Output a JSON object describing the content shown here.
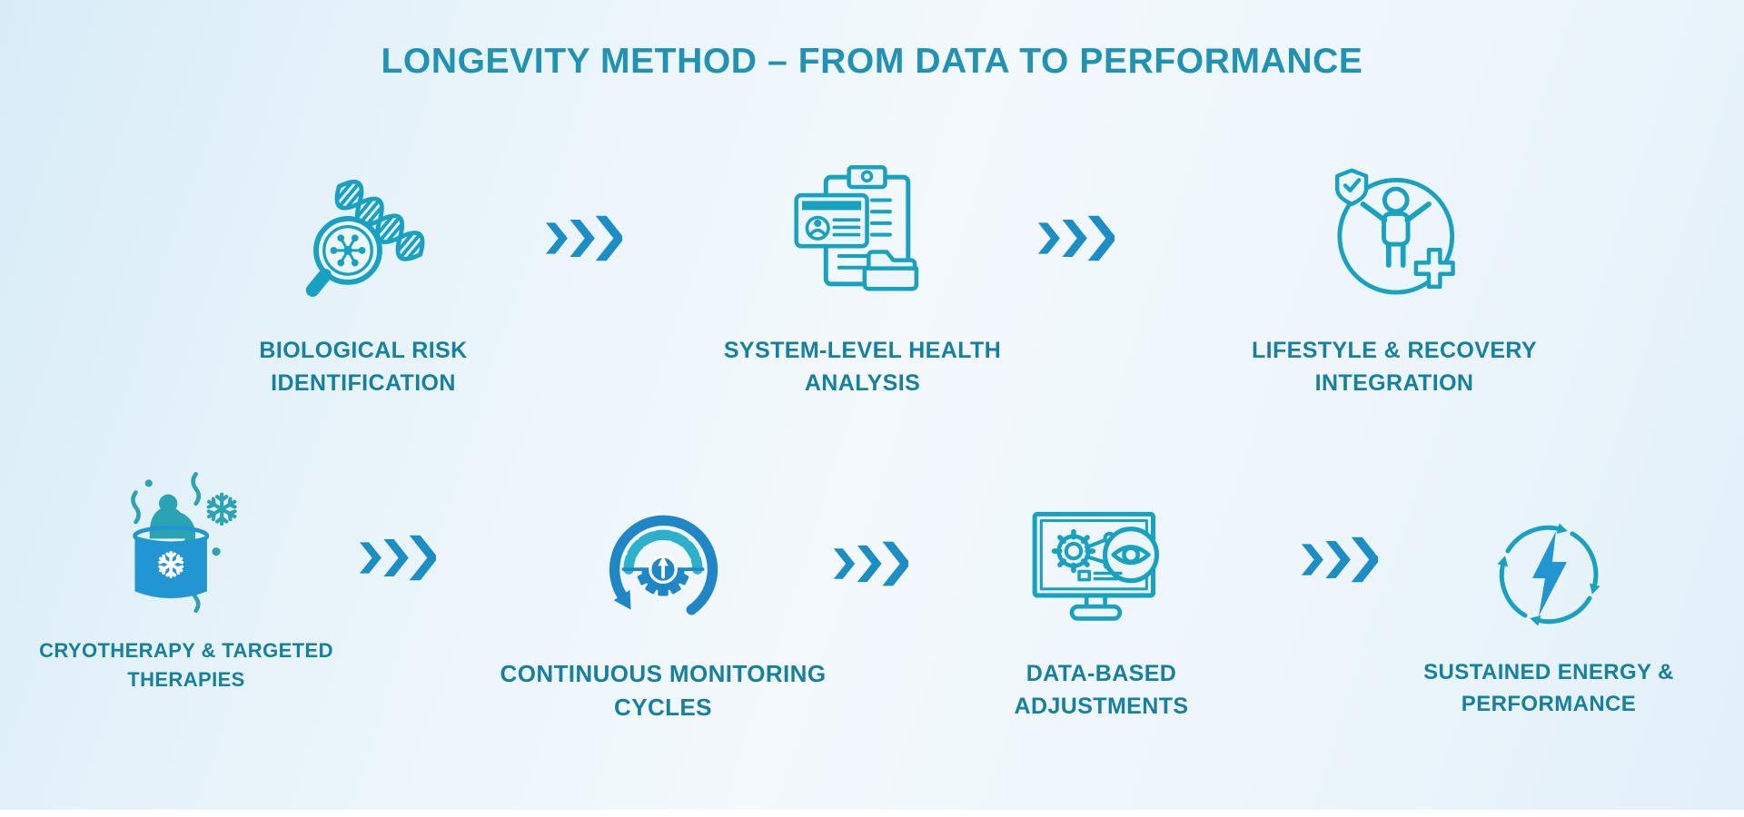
{
  "title": "LONGEVITY METHOD – FROM DATA TO PERFORMANCE",
  "colors": {
    "title": "#1e93b4",
    "label": "#16819f",
    "teal": "#18a2c2",
    "blue": "#2196d2",
    "chevron": "#1b8ec5",
    "gauge_blue": "#1f87c6",
    "gauge_teal": "#2db0cb",
    "person_teal": "#2aa4b2",
    "bg_light": "#f3f9fd",
    "bg_edge": "#d8ecf8",
    "icon_fill": "#ecf6fb"
  },
  "steps": [
    {
      "id": "biological-risk",
      "icon": "dna-magnifier-icon",
      "label": "BIOLOGICAL RISK\nIDENTIFICATION"
    },
    {
      "id": "system-health",
      "icon": "clipboard-health-record-icon",
      "label": "SYSTEM-LEVEL HEALTH\nANALYSIS"
    },
    {
      "id": "lifestyle-recovery",
      "icon": "person-shield-plus-icon",
      "label": "LIFESTYLE & RECOVERY\nINTEGRATION"
    },
    {
      "id": "cryotherapy",
      "icon": "cryotherapy-tub-icon",
      "label": "CRYOTHERAPY & TARGETED\nTHERAPIES"
    },
    {
      "id": "monitoring-cycles",
      "icon": "gauge-cycle-icon",
      "label": "CONTINUOUS MONITORING\nCYCLES"
    },
    {
      "id": "data-adjustments",
      "icon": "monitor-eye-icon",
      "label": "DATA-BASED\nADJUSTMENTS"
    },
    {
      "id": "sustained-energy",
      "icon": "energy-cycle-icon",
      "label": "SUSTAINED ENERGY &\nPERFORMANCE"
    }
  ],
  "connectors": {
    "count": 5,
    "icon": "triple-chevron-icon"
  },
  "icons": {
    "dna-magnifier-icon": "magnifying glass with molecule over DNA helix",
    "clipboard-health-record-icon": "clipboard with ID card, text lines and folder",
    "person-shield-plus-icon": "person with raised arms in circle, shield check and medical plus",
    "cryotherapy-tub-icon": "person in ice bath with snowflakes and steam",
    "gauge-cycle-icon": "gauge and gear inside circular refresh arrow",
    "monitor-eye-icon": "monitor with gear network and observing eye",
    "energy-cycle-icon": "lightning bolt inside circular cycle arrows",
    "triple-chevron-icon": "three right-pointing chevrons increasing in size"
  }
}
